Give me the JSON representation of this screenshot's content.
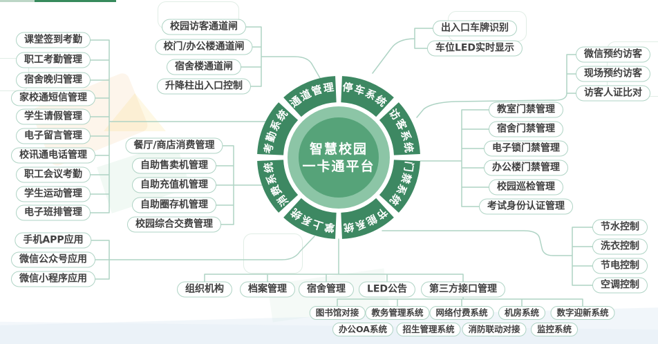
{
  "colors": {
    "ring_green": "#3d8862",
    "ring_light": "#8cc5a6",
    "ring_core": "#56a379",
    "line": "#aed3c4",
    "pill_border": "#aed3c4",
    "pill_text": "#404040",
    "topbar_light": "#bcd6c6",
    "topbar_dark": "#378a5c",
    "center_text": "#ffffff"
  },
  "center": {
    "line1": "智慧校园",
    "line2": "一卡通平台"
  },
  "ring": {
    "segments": [
      "停车系统",
      "访客系统",
      "门禁系统",
      "节能系统",
      "掌上系统",
      "消费系统",
      "考勤系统",
      "通道管理"
    ]
  },
  "groups": {
    "attendance": {
      "items": [
        "课堂签到考勤",
        "职工考勤管理",
        "宿舍晚归管理",
        "家校通短信管理",
        "学生请假管理",
        "电子留言管理",
        "校讯通电话管理",
        "职工会议考勤",
        "学生运动管理",
        "电子班排管理"
      ]
    },
    "mobile": {
      "items": [
        "手机APP应用",
        "微信公众号应用",
        "微信小程序应用"
      ]
    },
    "channel": {
      "items": [
        "校园访客通道闸",
        "校门/办公楼通道闸",
        "宿舍楼通道闸",
        "升降柱出入口控制"
      ]
    },
    "consume": {
      "items": [
        "餐厅/商店消费管理",
        "自助售卖机管理",
        "自助充值机管理",
        "自助圈存机管理",
        "校园综合交费管理"
      ]
    },
    "parking": {
      "items": [
        "出入口车牌识别",
        "车位LED实时显示"
      ]
    },
    "visitor": {
      "items": [
        "微信预约访客",
        "现场预约访客",
        "访客人证比对"
      ]
    },
    "access": {
      "items": [
        "教室门禁管理",
        "宿舍门禁管理",
        "电子锁门禁管理",
        "办公楼门禁管理",
        "校园巡检管理",
        "考试身份认证管理"
      ]
    },
    "energy": {
      "items": [
        "节水控制",
        "洗衣控制",
        "节电控制",
        "空调控制"
      ]
    },
    "row1": {
      "items": [
        "组织机构",
        "档案管理",
        "宿舍管理",
        "LED公告",
        "第三方接口管理"
      ]
    },
    "row2": {
      "items": [
        "图书馆对接",
        "教务管理系统",
        "网络付费系统",
        "机房系统",
        "数字迎新系统"
      ]
    },
    "row3": {
      "items": [
        "办公OA系统",
        "招生管理系统",
        "消防联动对接",
        "监控系统"
      ]
    }
  }
}
